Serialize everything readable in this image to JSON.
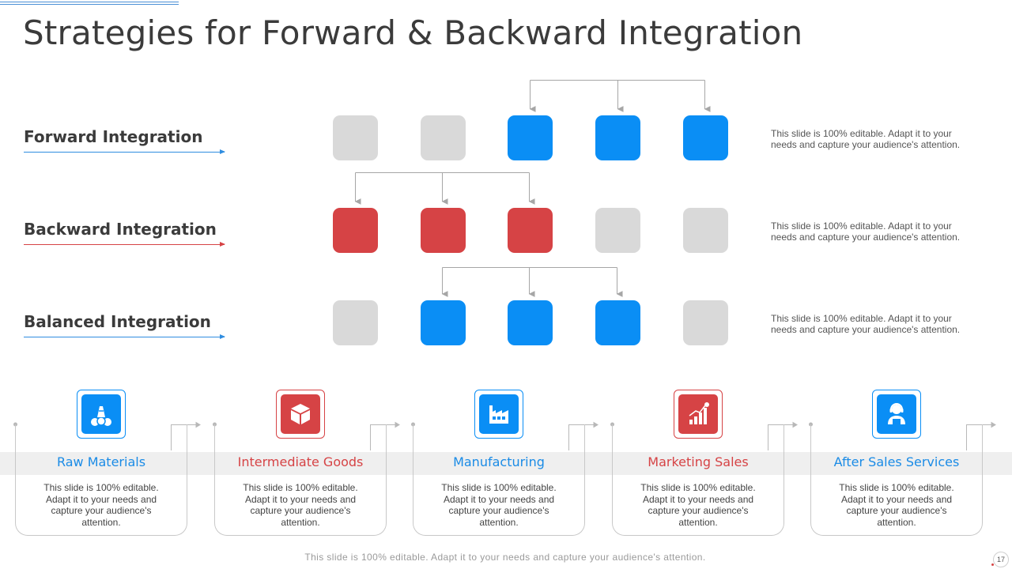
{
  "colors": {
    "blue": "#0a8ef5",
    "red": "#d64345",
    "gray": "#d9d9d9",
    "connector": "#a6a6a6"
  },
  "title": "Strategies for Forward & Backward Integration",
  "rows": [
    {
      "label": "Forward Integration",
      "accent": "#2f8de0",
      "boxes": [
        "gray",
        "gray",
        "blue",
        "blue",
        "blue"
      ],
      "description": "This slide is 100% editable. Adapt it to your needs and capture your audience's attention."
    },
    {
      "label": "Backward Integration",
      "accent": "#d64345",
      "boxes": [
        "red",
        "red",
        "red",
        "gray",
        "gray"
      ],
      "description": "This slide is 100% editable. Adapt it to your needs and capture your audience's attention."
    },
    {
      "label": "Balanced Integration",
      "accent": "#2f8de0",
      "boxes": [
        "gray",
        "blue",
        "blue",
        "blue",
        "gray"
      ],
      "description": "This slide is 100% editable. Adapt it to your needs and capture your audience's attention."
    }
  ],
  "steps": [
    {
      "title": "Raw Materials",
      "color": "#0a8ef5",
      "icon": "raw-materials-icon",
      "text": "This slide is 100% editable. Adapt it to your needs and capture your audience's attention."
    },
    {
      "title": "Intermediate Goods",
      "color": "#d64345",
      "icon": "box-icon",
      "text": "This slide is 100% editable. Adapt it to your needs and capture your audience's attention."
    },
    {
      "title": "Manufacturing",
      "color": "#0a8ef5",
      "icon": "factory-icon",
      "text": "This slide is 100% editable. Adapt it to your needs and capture your audience's attention."
    },
    {
      "title": "Marketing Sales",
      "color": "#d64345",
      "icon": "sales-chart-icon",
      "text": "This slide is 100% editable. Adapt it to your needs and capture your audience's attention."
    },
    {
      "title": "After Sales Services",
      "color": "#0a8ef5",
      "icon": "support-agent-icon",
      "text": "This slide is 100% editable. Adapt it to your needs and capture your audience's attention."
    }
  ],
  "footer": "This slide is 100% editable. Adapt it to your needs and capture your audience's attention.",
  "page_number": "17"
}
